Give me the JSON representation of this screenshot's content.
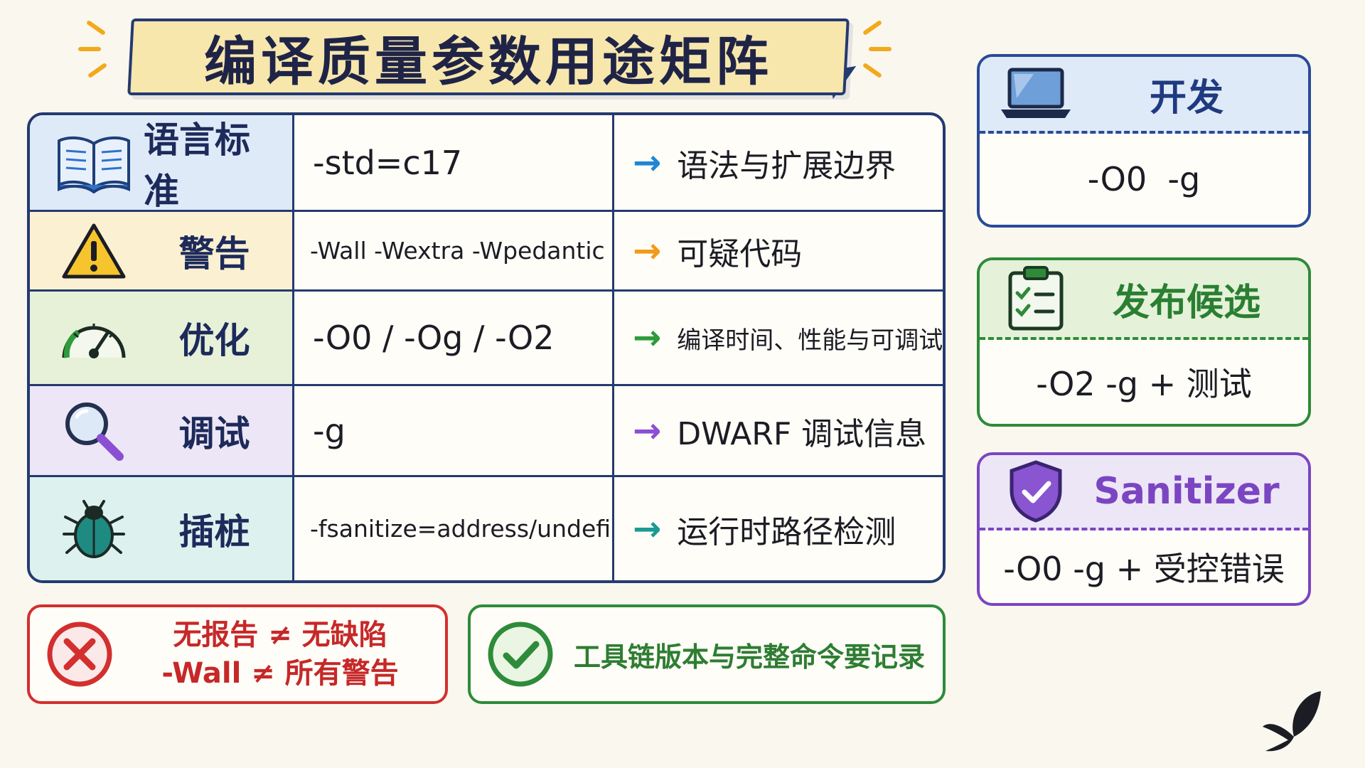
{
  "title": "编译质量参数用途矩阵",
  "matrix": {
    "rows": [
      {
        "category": "语言标准",
        "icon": "book-icon",
        "flags": "-std=c17",
        "arrow": "→",
        "purpose": "语法与扩展边界",
        "tint": "#dfeaf8",
        "arrow_color": "#1f86d6"
      },
      {
        "category": "警告",
        "icon": "warning-icon",
        "flags": "-Wall -Wextra -Wpedantic",
        "arrow": "→",
        "purpose": "可疑代码",
        "tint": "#fbf1d2",
        "arrow_color": "#f29b1a"
      },
      {
        "category": "优化",
        "icon": "gauge-icon",
        "flags": "-O0 / -Og / -O2",
        "arrow": "→",
        "purpose": "编译时间、性能与可调试性",
        "tint": "#e7f1d8",
        "arrow_color": "#2e9b3c"
      },
      {
        "category": "调试",
        "icon": "magnifier-icon",
        "flags": "-g",
        "arrow": "→",
        "purpose": "DWARF 调试信息",
        "tint": "#ece6f6",
        "arrow_color": "#8a4fd2"
      },
      {
        "category": "插桩",
        "icon": "bug-icon",
        "flags": "-fsanitize=address/undefined",
        "arrow": "→",
        "purpose": "运行时路径检测",
        "tint": "#ddf1ef",
        "arrow_color": "#1c9a94"
      }
    ]
  },
  "cards": {
    "dev": {
      "title": "开发",
      "command": "-O0  -g",
      "icon": "laptop-icon",
      "color": "#2a4a98",
      "tint": "#dfeaf8"
    },
    "release": {
      "title": "发布候选",
      "command": "-O2 -g + 测试",
      "icon": "clipboard-icon",
      "color": "#2f8a38",
      "tint": "#e5f2d9"
    },
    "sanitizer": {
      "title": "Sanitizer",
      "command": "-O0 -g + 受控错误",
      "icon": "shield-icon",
      "color": "#7b45c2",
      "tint": "#ece6f6"
    }
  },
  "notes": {
    "warning": {
      "line1": "无报告 ≠ 无缺陷",
      "line2": "-Wall ≠ 所有警告",
      "icon": "cross-icon",
      "color": "#d32f2f"
    },
    "check": {
      "text": "工具链版本与完整命令要记录",
      "icon": "check-icon",
      "color": "#2e8b3a"
    }
  },
  "brand": {
    "icon": "butterfly-icon"
  }
}
